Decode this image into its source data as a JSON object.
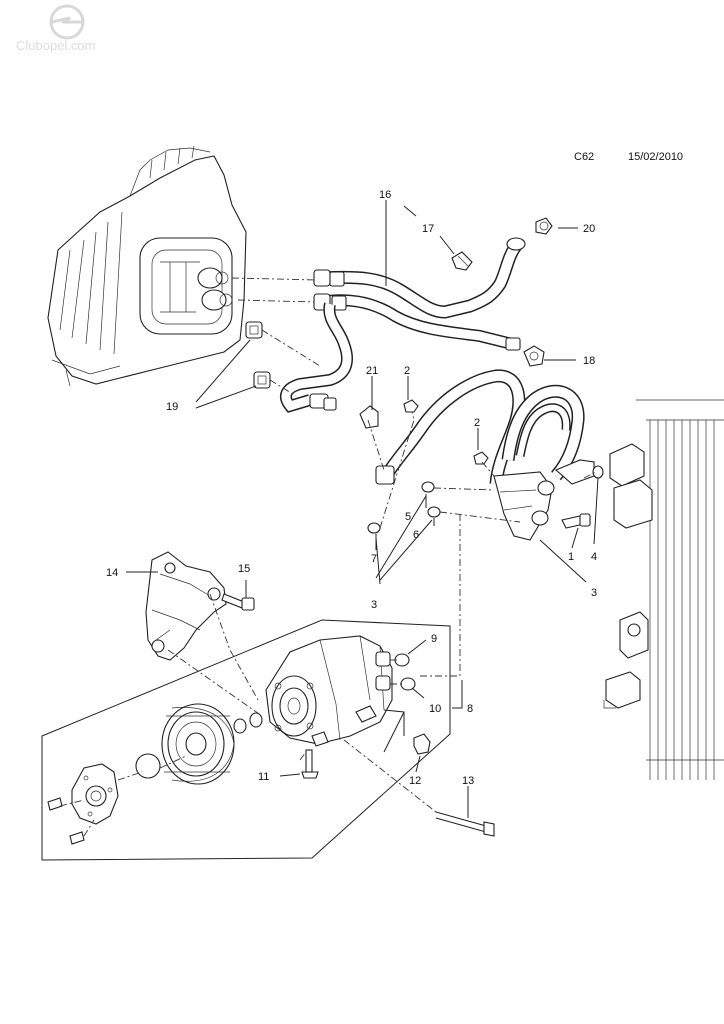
{
  "header": {
    "watermark": "Clubopel.com",
    "diagram_code": "C62",
    "date": "15/02/2010"
  },
  "callouts": {
    "c1": "1",
    "c2a": "2",
    "c2b": "2",
    "c3a": "3",
    "c3b": "3",
    "c4": "4",
    "c5": "5",
    "c6": "6",
    "c7": "7",
    "c8": "8",
    "c9": "9",
    "c10": "10",
    "c11": "11",
    "c12": "12",
    "c13": "13",
    "c14": "14",
    "c15": "15",
    "c16": "16",
    "c17": "17",
    "c18": "18",
    "c19": "19",
    "c20": "20",
    "c21": "21"
  }
}
